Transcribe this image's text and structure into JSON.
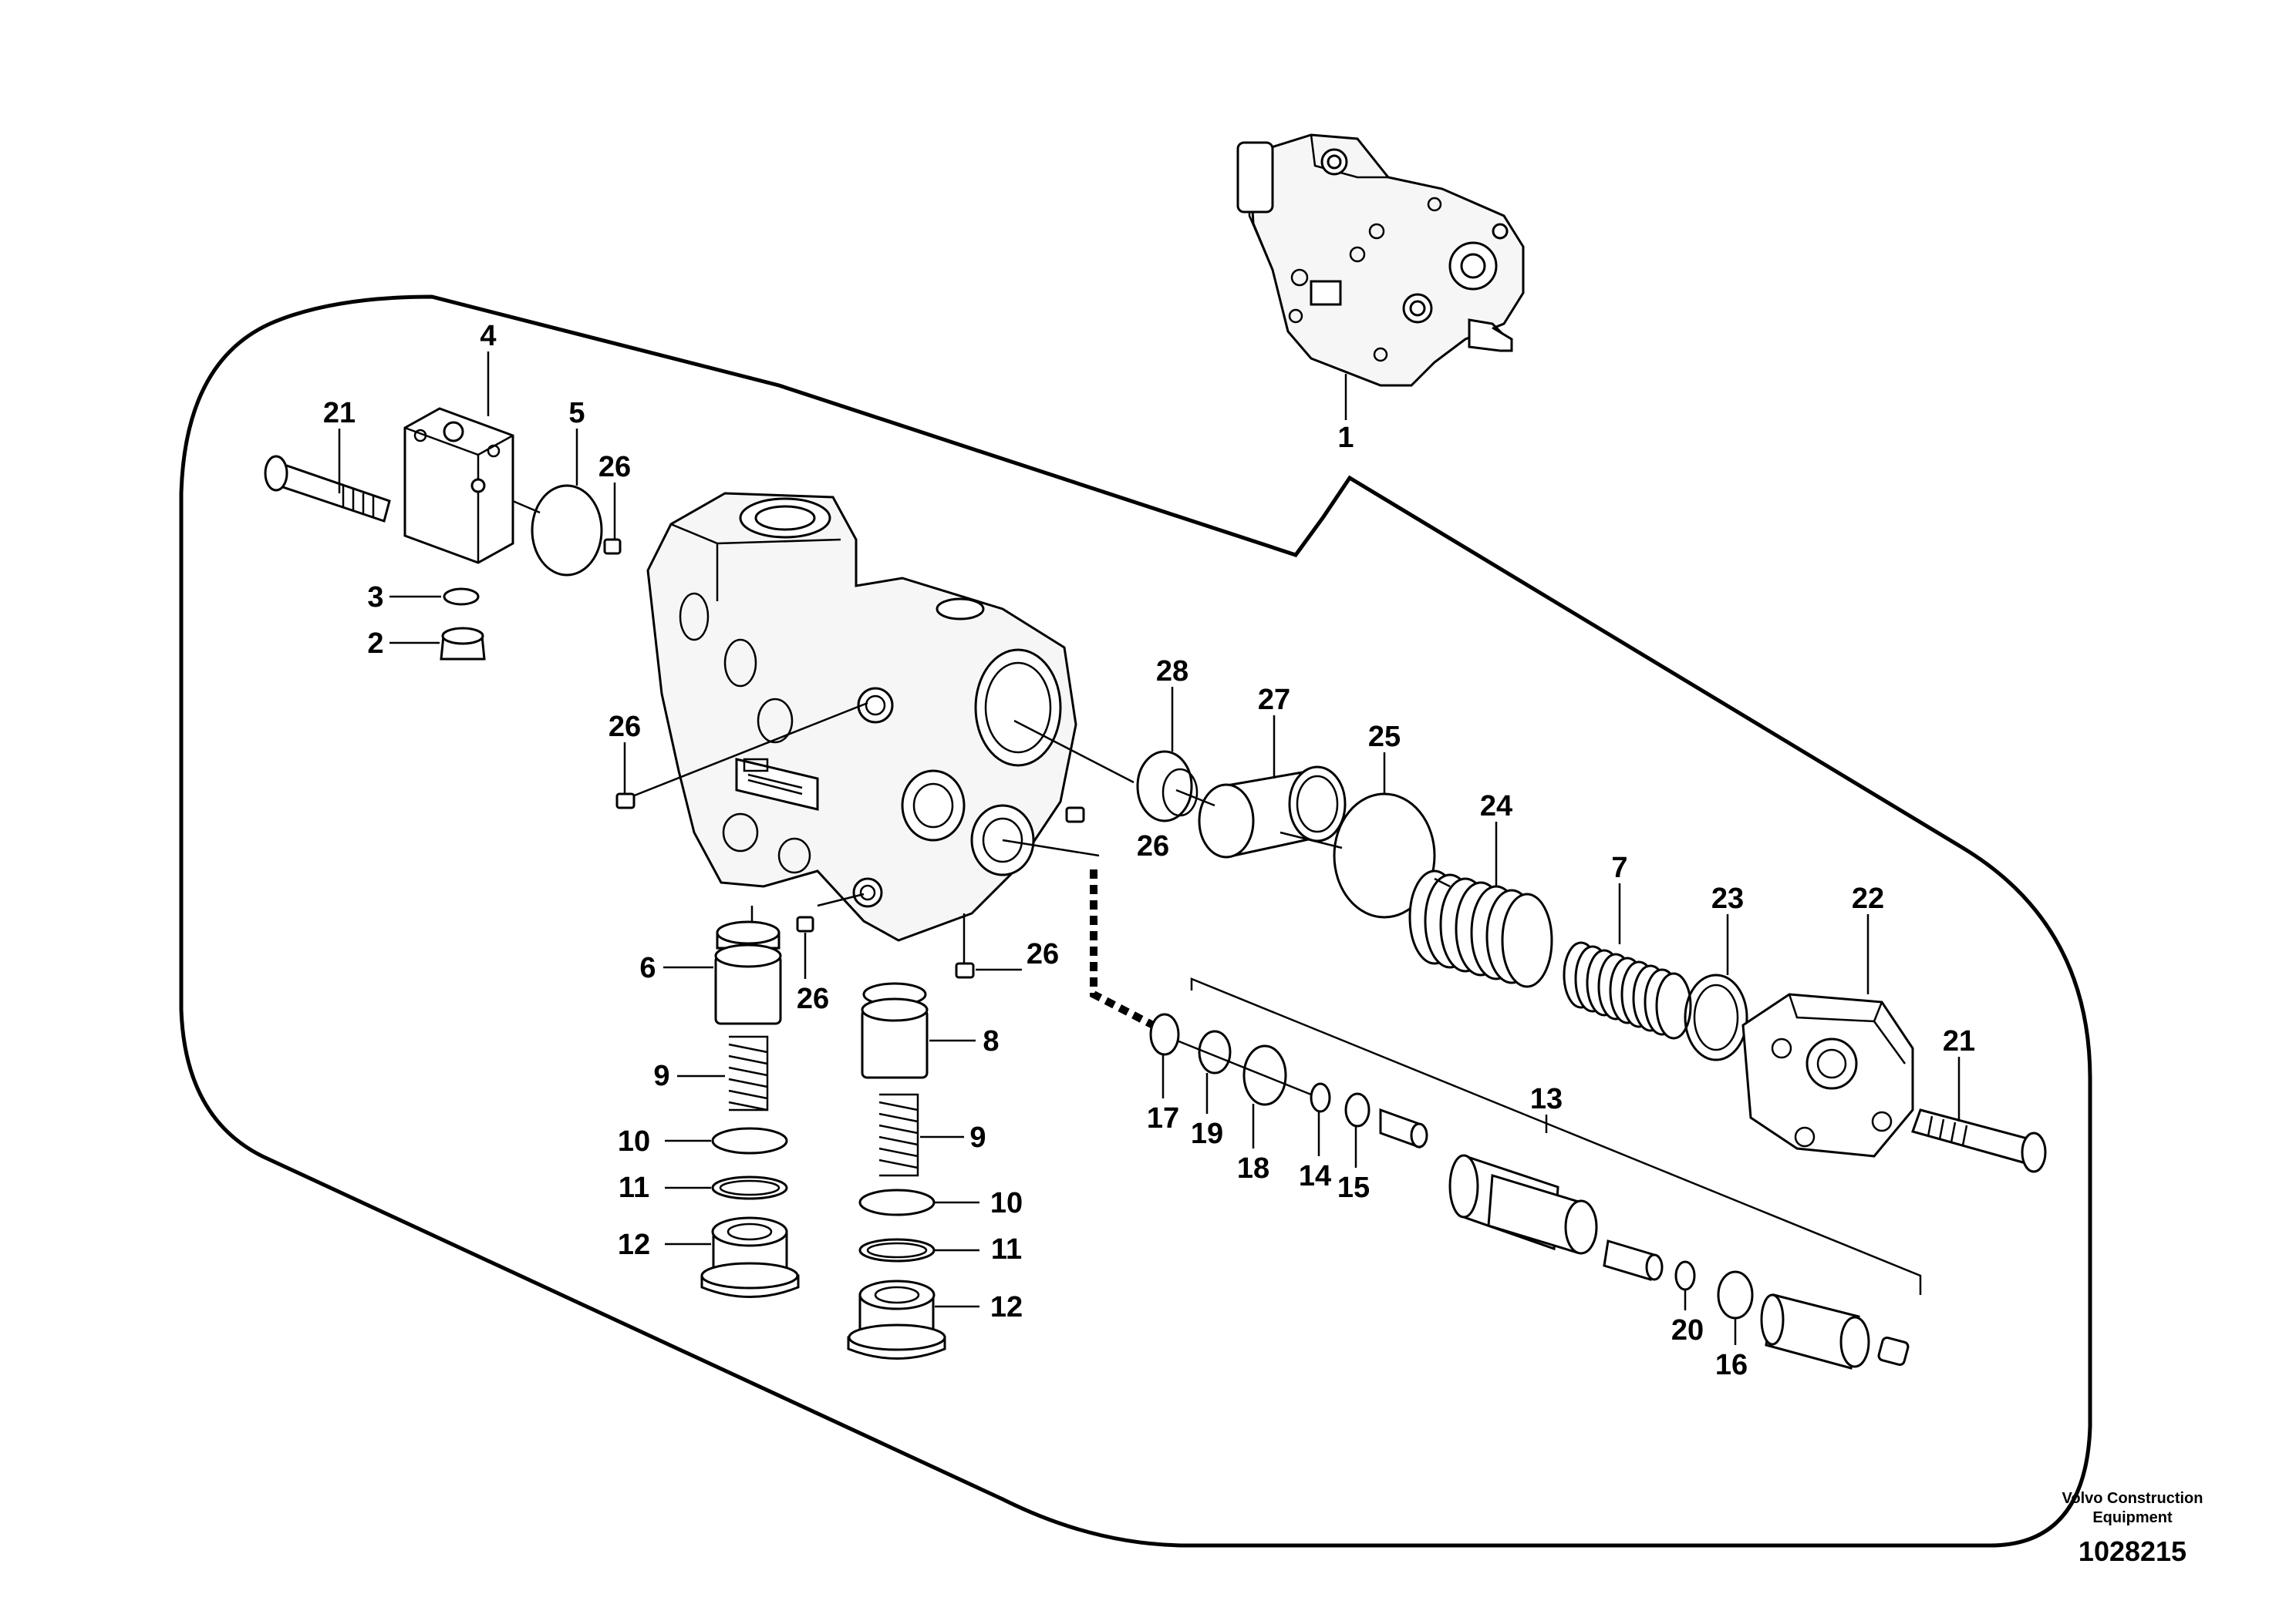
{
  "brand": {
    "line1": "Volvo Construction",
    "line2": "Equipment"
  },
  "document_number": "1028215",
  "callouts": {
    "c1": "1",
    "c2": "2",
    "c3": "3",
    "c4": "4",
    "c5": "5",
    "c6": "6",
    "c7": "7",
    "c8": "8",
    "c9a": "9",
    "c9b": "9",
    "c10a": "10",
    "c10b": "10",
    "c11a": "11",
    "c11b": "11",
    "c12a": "12",
    "c12b": "12",
    "c13": "13",
    "c14": "14",
    "c15": "15",
    "c16": "16",
    "c17": "17",
    "c18": "18",
    "c19": "19",
    "c20": "20",
    "c21a": "21",
    "c21b": "21",
    "c22": "22",
    "c23": "23",
    "c24": "24",
    "c25": "25",
    "c26a": "26",
    "c26b": "26",
    "c26c": "26",
    "c26d": "26",
    "c26e": "26",
    "c27": "27",
    "c28": "28"
  }
}
